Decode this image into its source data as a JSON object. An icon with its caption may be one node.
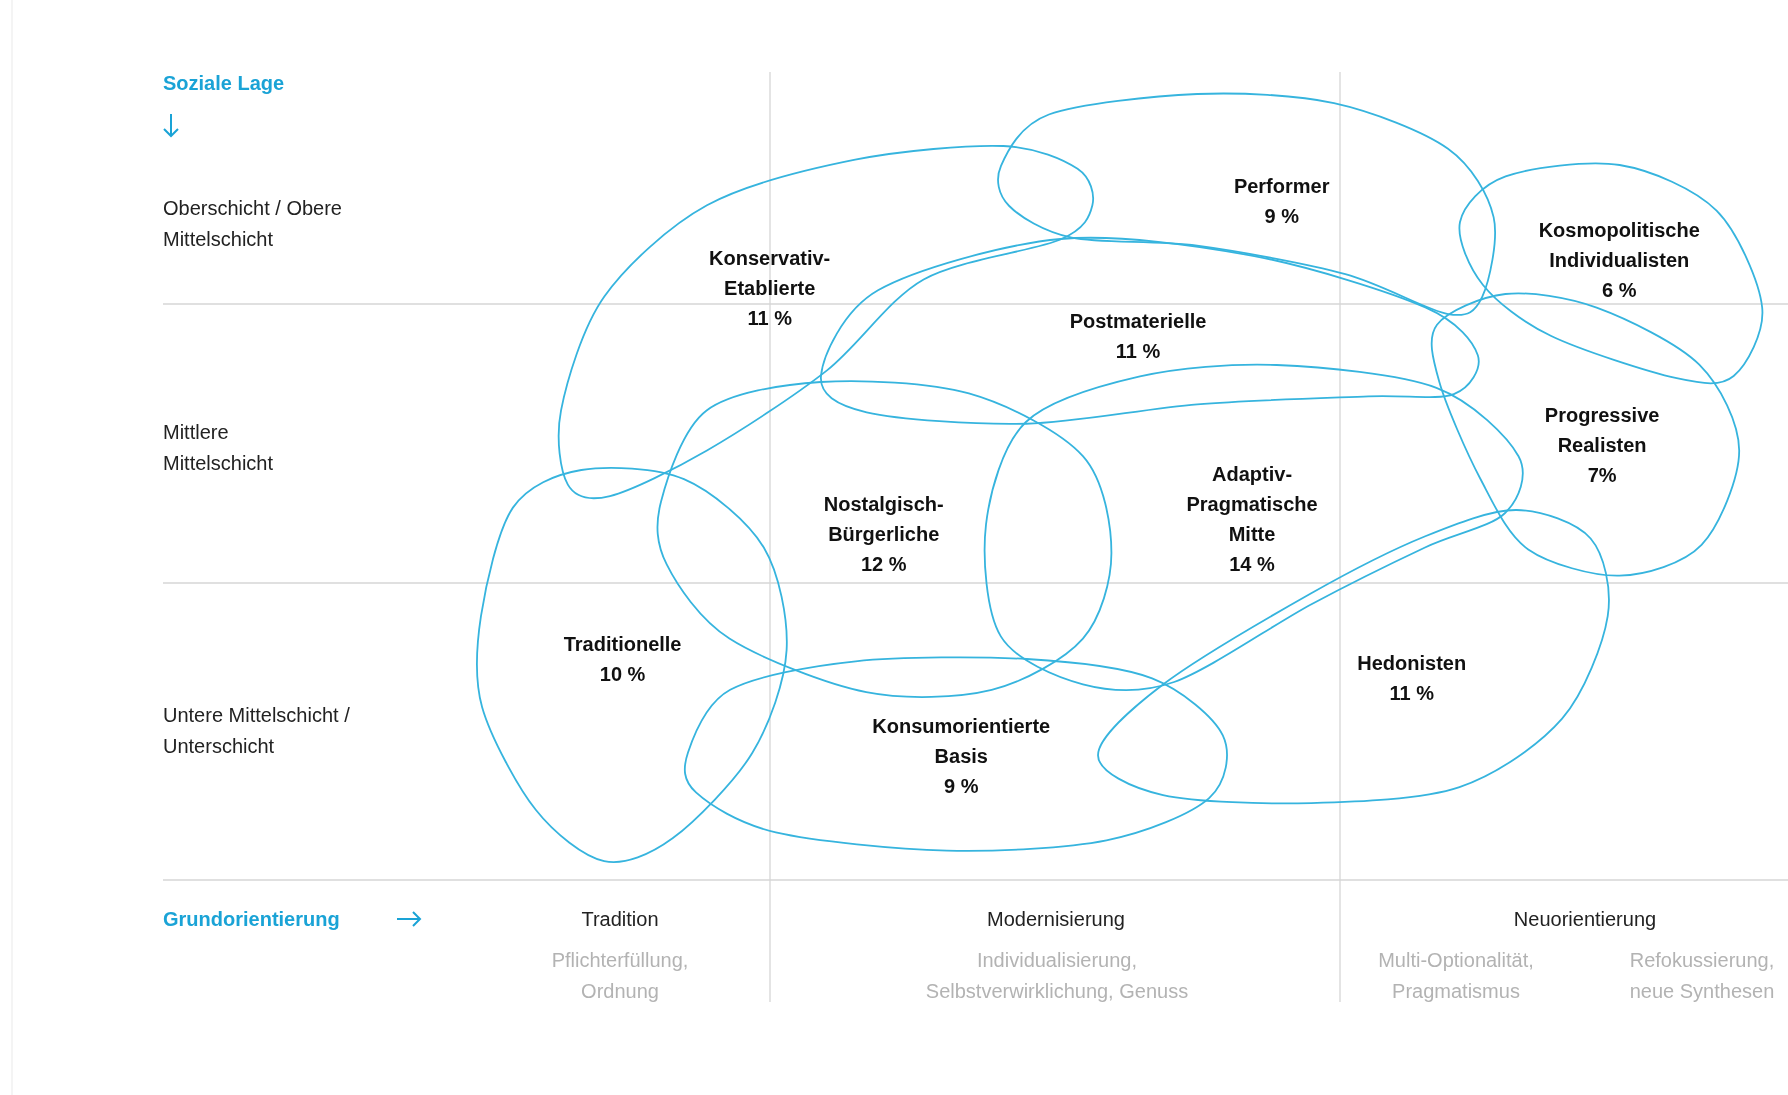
{
  "diagram": {
    "nodes": [
      {
        "text": [
          "Performer",
          "9 %"
        ]
      },
      {
        "text": [
          "Kosmopolitische Individualisten",
          "6 %"
        ]
      },
      {
        "text": [
          "Konservativ-Etablierte",
          "11 %"
        ]
      },
      {
        "text": [
          "Postmaterielle",
          "11 %"
        ]
      },
      {
        "text": [
          "Progressive Realisten",
          "7%"
        ]
      },
      {
        "text": [
          "Adaptiv-Pragmatische Mitte",
          "14 %"
        ]
      },
      {
        "text": [
          "Nostalgisch-Bürgerliche",
          "12 %"
        ]
      },
      {
        "text": [
          "Traditionelle",
          "10 %"
        ]
      },
      {
        "text": [
          "Hedonisten",
          "11 %"
        ]
      },
      {
        "text": [
          "Konsumorientierte Basis",
          "9 %"
        ]
      }
    ],
    "labels": [
      "Soziale Lage",
      "Oberschicht / Obere Mittelschicht",
      "Mittlere Mittelschicht",
      "Untere Mittelschicht / Unterschicht",
      "Grundorientierung",
      "Tradition",
      "Pflichterfüllung, Ordnung",
      "Modernisierung",
      "Individualisierung, Selbstverwirklichung, Genuss",
      "Neuorientierung",
      "Multi-Optionalität, Pragmatismus",
      "Refokussierung, neue Synthesen"
    ]
  }
}
